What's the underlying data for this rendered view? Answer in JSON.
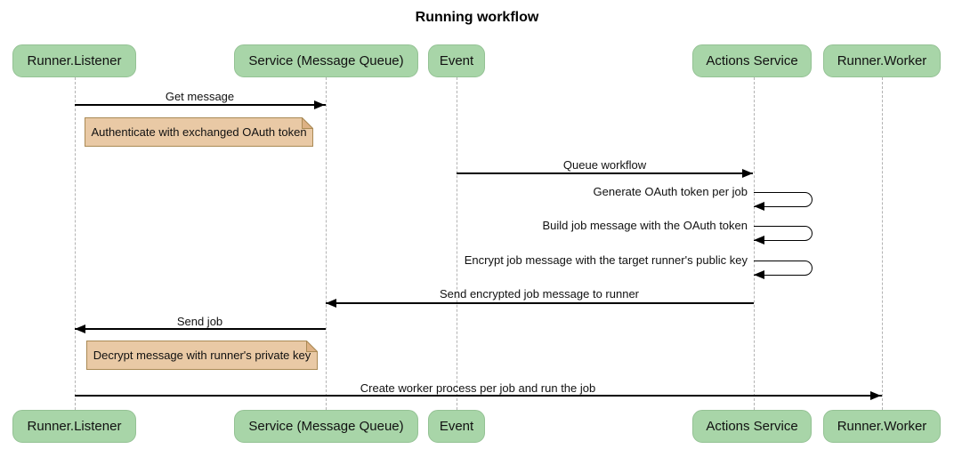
{
  "title": "Running workflow",
  "participants": [
    {
      "label": "Runner.Listener"
    },
    {
      "label": "Service (Message Queue)"
    },
    {
      "label": "Event"
    },
    {
      "label": "Actions Service"
    },
    {
      "label": "Runner.Worker"
    }
  ],
  "messages": [
    {
      "label": "Get message",
      "from": "Runner.Listener",
      "to": "Service (Message Queue)",
      "direction": "right"
    },
    {
      "label": "Queue workflow",
      "from": "Event",
      "to": "Actions Service",
      "direction": "right"
    },
    {
      "label": "Generate OAuth token per job",
      "from": "Actions Service",
      "to": "Actions Service",
      "direction": "self"
    },
    {
      "label": "Build job message with the OAuth token",
      "from": "Actions Service",
      "to": "Actions Service",
      "direction": "self"
    },
    {
      "label": "Encrypt job message with the target runner's public key",
      "from": "Actions Service",
      "to": "Actions Service",
      "direction": "self"
    },
    {
      "label": "Send encrypted job message to runner",
      "from": "Actions Service",
      "to": "Service (Message Queue)",
      "direction": "left"
    },
    {
      "label": "Send job",
      "from": "Service (Message Queue)",
      "to": "Runner.Listener",
      "direction": "left"
    },
    {
      "label": "Create worker process per job and run the job",
      "from": "Runner.Listener",
      "to": "Runner.Worker",
      "direction": "right"
    }
  ],
  "notes": [
    {
      "label": "Authenticate with exchanged OAuth token",
      "anchor": "Runner.Listener"
    },
    {
      "label": "Decrypt message with runner's private key",
      "anchor": "Runner.Listener"
    }
  ],
  "colors": {
    "participant_fill": "#a8d5a8",
    "participant_border": "#94c294",
    "note_fill": "#e9c9a5",
    "note_border": "#aa8a55",
    "note_fold": "#ddb184",
    "lifeline": "#b3b3b3",
    "arrow": "#000000",
    "background": "#ffffff"
  }
}
